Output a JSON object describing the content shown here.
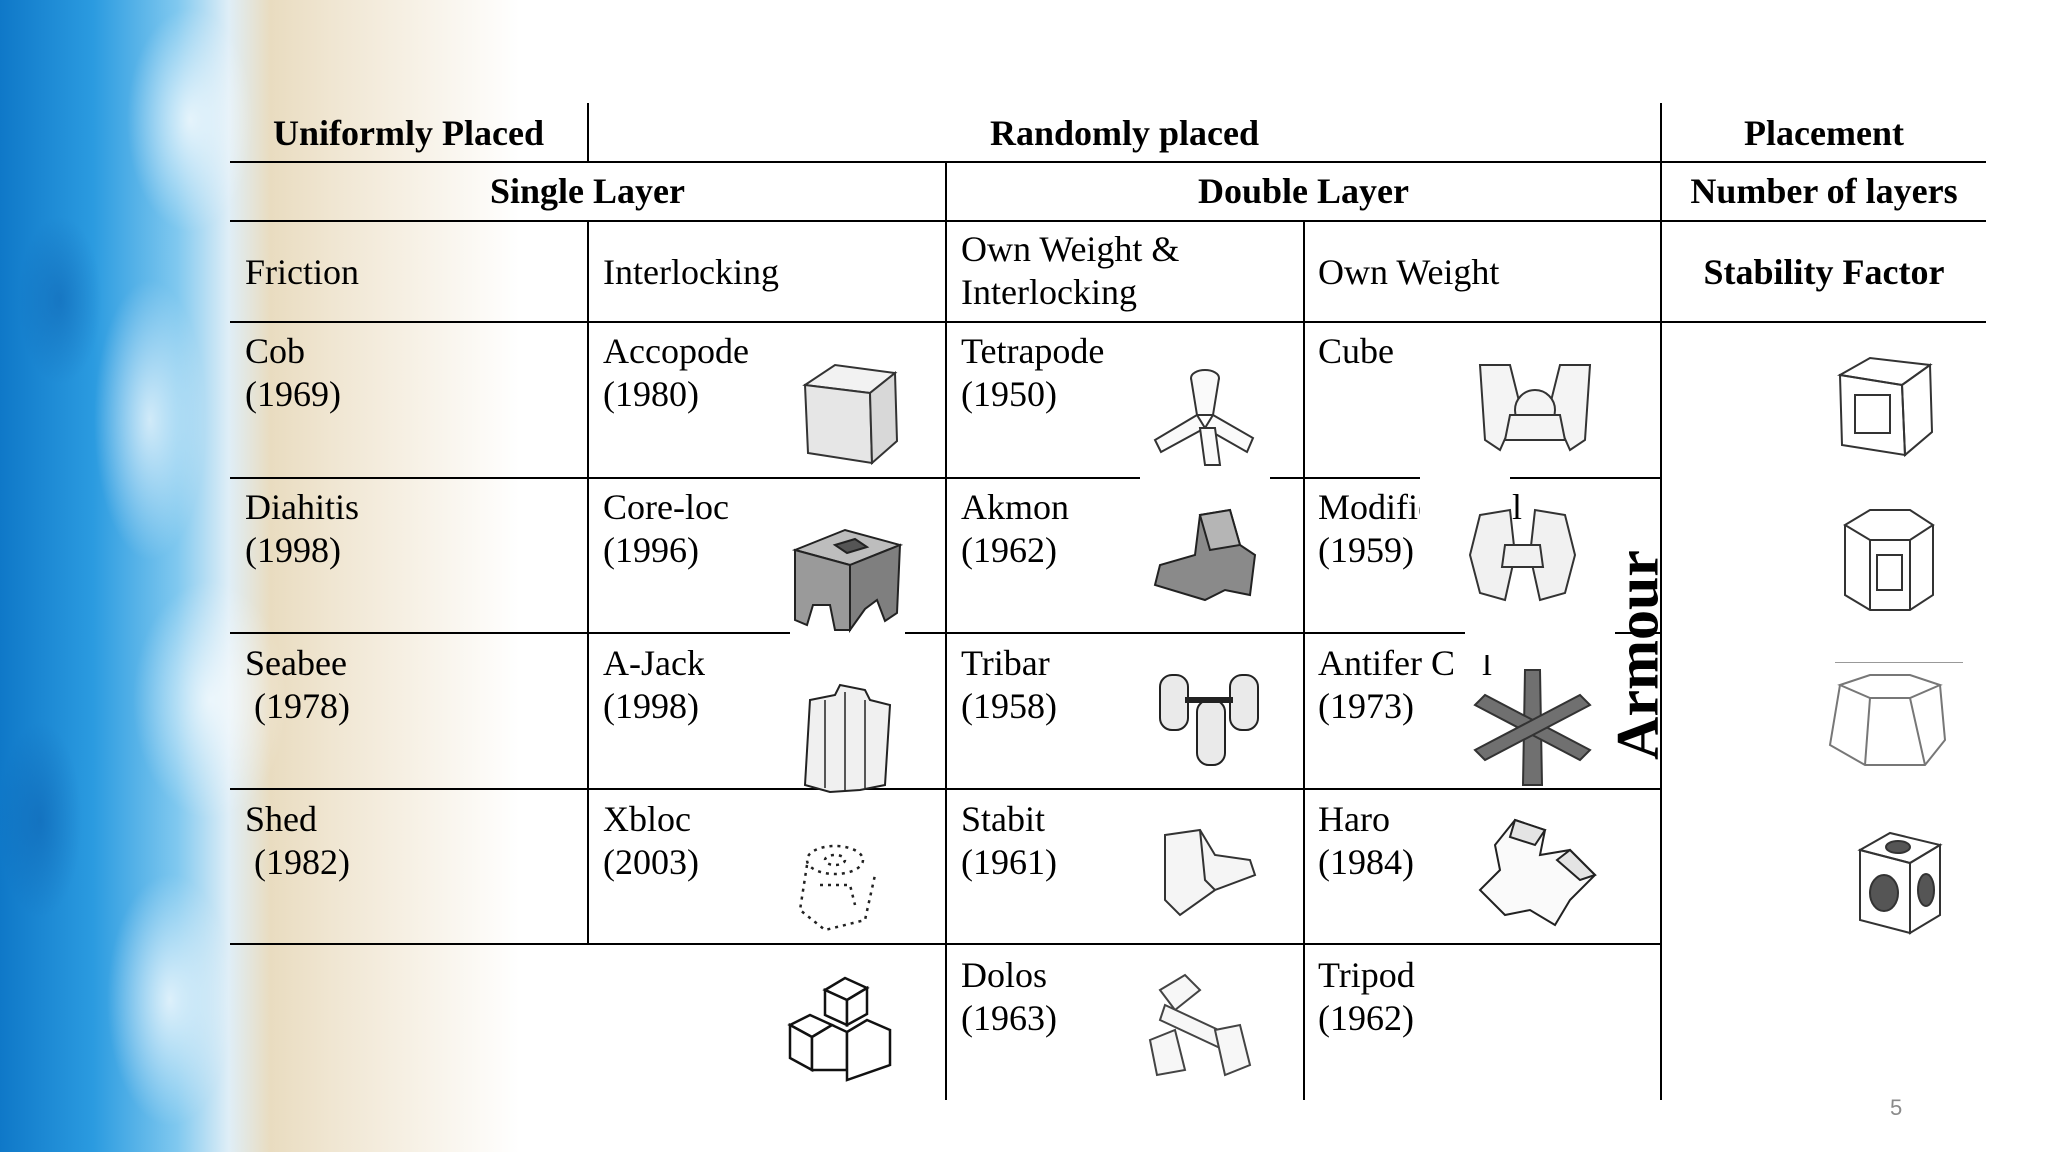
{
  "headers": {
    "uniformly_placed": "Uniformly Placed",
    "randomly_placed": "Randomly placed",
    "placement": "Placement",
    "single_layer": "Single Layer",
    "double_layer": "Double Layer",
    "number_of_layers": "Number of layers",
    "friction": "Friction",
    "interlocking": "Interlocking",
    "own_weight_interlocking": "Own Weight &\nInterlocking",
    "own_weight": "Own Weight",
    "stability_factor": "Stability Factor"
  },
  "rows": [
    {
      "friction": "Cob\n(1969)",
      "interlocking": "Accopode\n(1980)",
      "own_weight_interlocking": "Tetrapode\n(1950)",
      "own_weight": "Cube"
    },
    {
      "friction": "Diahitis\n(1998)",
      "interlocking": "Core-loc\n(1996)",
      "own_weight_interlocking": "Akmon\n(1962)",
      "own_weight": "Modified C   l\n(1959)"
    },
    {
      "friction": "Seabee\n (1978)",
      "interlocking": "A-Jack\n(1998)",
      "own_weight_interlocking": "Tribar\n(1958)",
      "own_weight": "Antifer C   l\n(1973)"
    },
    {
      "friction": "Shed\n (1982)",
      "interlocking": "Xbloc\n(2003)",
      "own_weight_interlocking": "Stabit\n(1961)",
      "own_weight": "Haro\n(1984)"
    },
    {
      "friction": "",
      "interlocking": "",
      "own_weight_interlocking": "Dolos\n(1963)",
      "own_weight": "Tripod\n(1962)"
    }
  ],
  "armour_label": "Armour",
  "page_number": "5"
}
